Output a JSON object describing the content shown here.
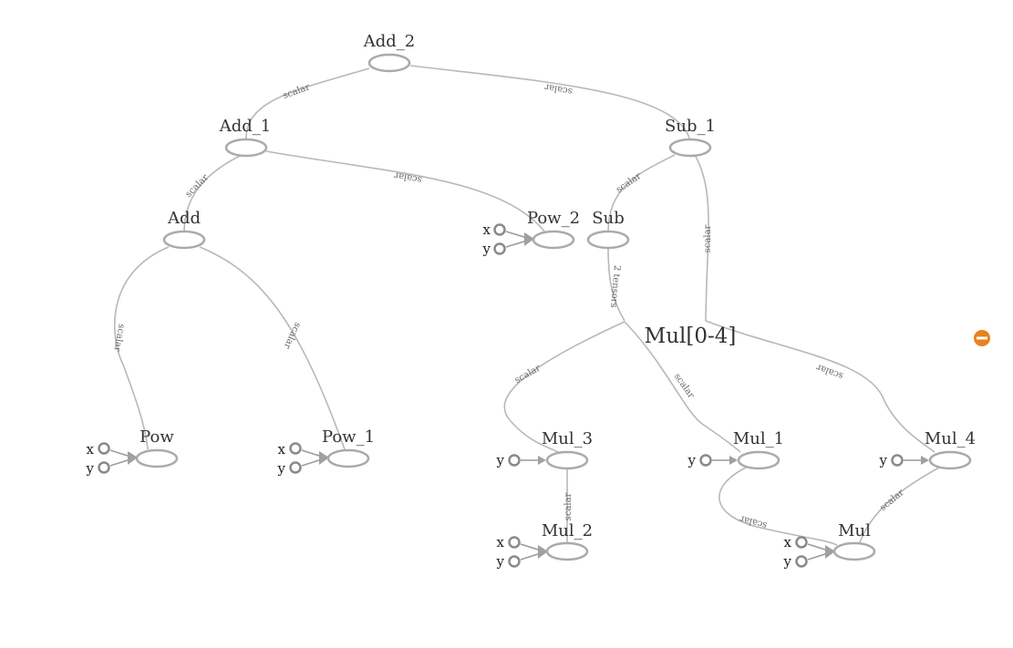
{
  "nodes": [
    {
      "id": "add2",
      "label": "Add_2"
    },
    {
      "id": "add1",
      "label": "Add_1"
    },
    {
      "id": "sub1",
      "label": "Sub_1"
    },
    {
      "id": "add",
      "label": "Add"
    },
    {
      "id": "pow2",
      "label": "Pow_2"
    },
    {
      "id": "sub",
      "label": "Sub"
    },
    {
      "id": "pow",
      "label": "Pow"
    },
    {
      "id": "pow1",
      "label": "Pow_1"
    },
    {
      "id": "mul3",
      "label": "Mul_3"
    },
    {
      "id": "mul1",
      "label": "Mul_1"
    },
    {
      "id": "mul4",
      "label": "Mul_4"
    },
    {
      "id": "mul2",
      "label": "Mul_2"
    },
    {
      "id": "mul",
      "label": "Mul"
    }
  ],
  "group": {
    "label": "Mul[0-4]"
  },
  "edge_labels": {
    "scalar": "scalar",
    "two_tensors": "2 tensors"
  },
  "input_labels": {
    "x": "x",
    "y": "y"
  },
  "colors": {
    "node_stroke": "#aaaaaa",
    "edge": "#b8b8b8",
    "collapse_icon": "#e8821e"
  },
  "icons": {
    "collapse": "minus-circle-icon"
  }
}
